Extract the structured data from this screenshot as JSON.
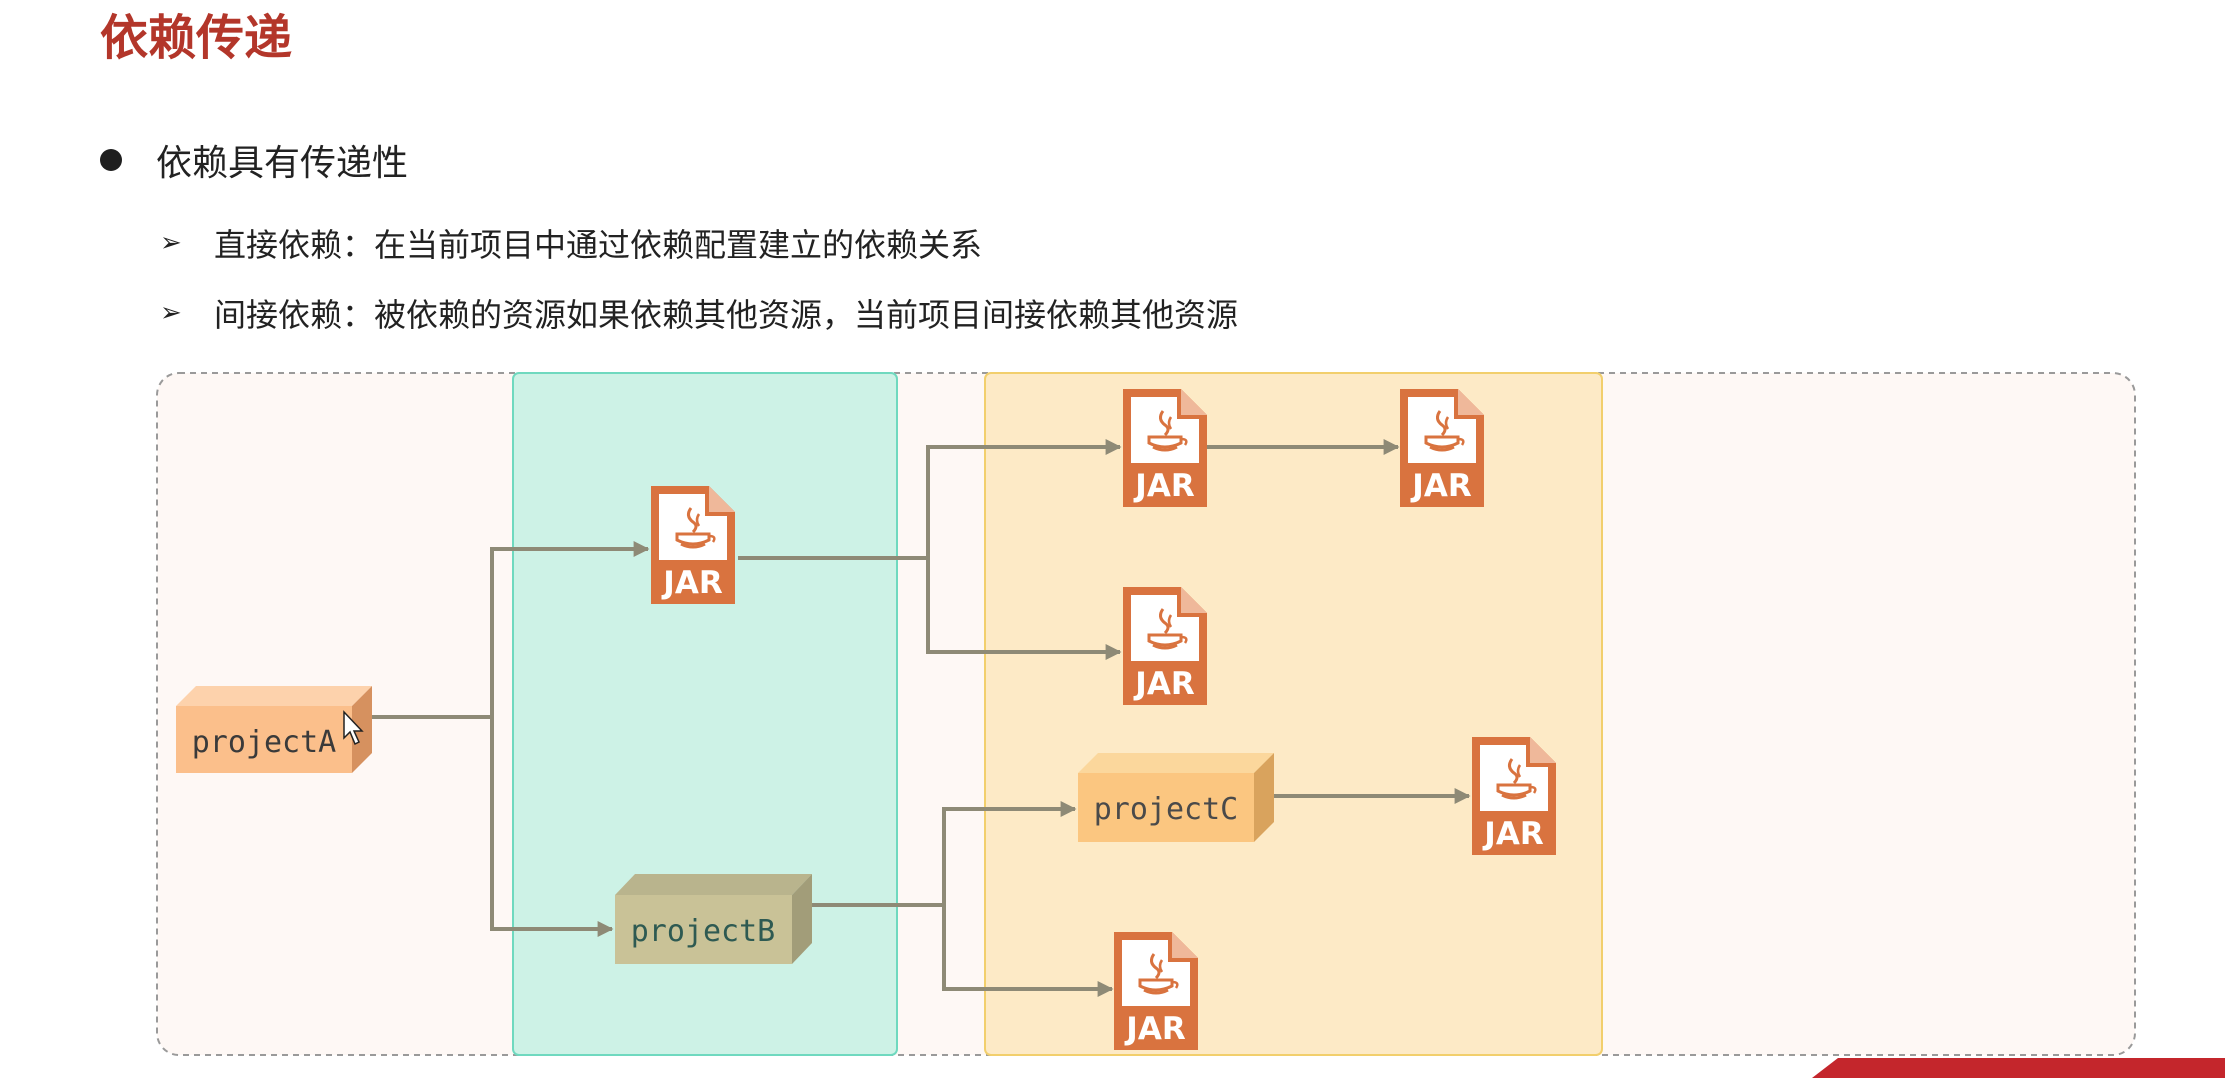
{
  "slide": {
    "title": "依赖传递",
    "bullet": "依赖具有传递性",
    "sub_bullets": [
      {
        "marker": "➢",
        "text": "直接依赖：在当前项目中通过依赖配置建立的依赖关系"
      },
      {
        "marker": "➢",
        "text": "间接依赖：被依赖的资源如果依赖其他资源，当前项目间接依赖其他资源"
      }
    ]
  },
  "diagram": {
    "jar_label": "JAR",
    "projects": {
      "a": "projectA",
      "b": "projectB",
      "c": "projectC"
    },
    "colors": {
      "direct_zone": "#cdf2e6",
      "indirect_zone": "#fdeac6",
      "jar_icon": "#d9733f",
      "project_a": "#fbbf8b",
      "project_b": "#c9c297",
      "project_c": "#fbc680",
      "arrow": "#8e8a76",
      "title": "#b3362a"
    }
  }
}
